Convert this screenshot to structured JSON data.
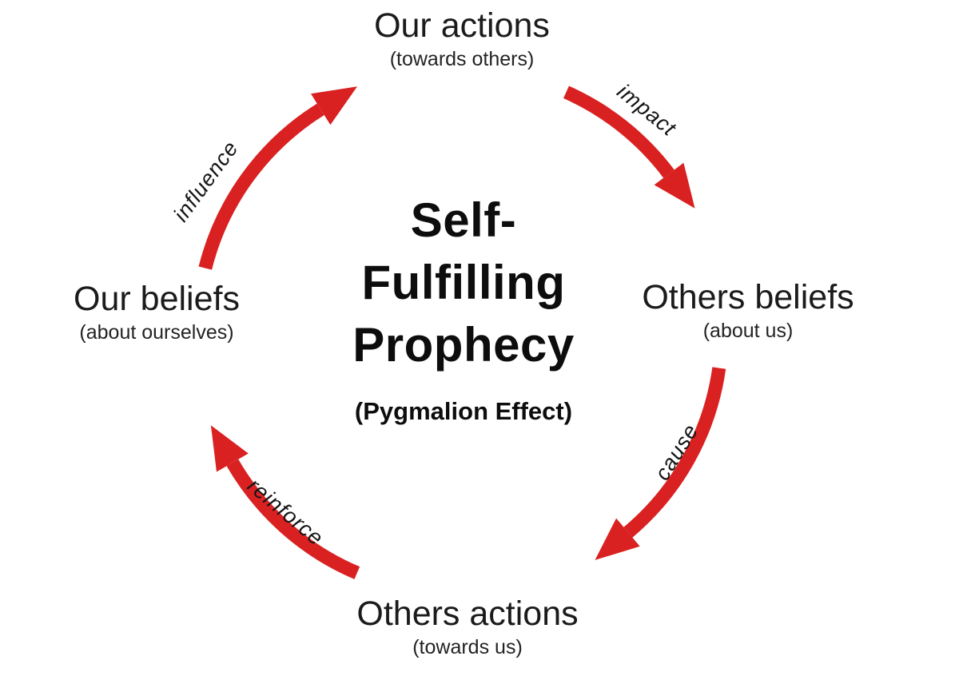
{
  "colors": {
    "arrow_red": "#d92121",
    "text": "#1b1b1b",
    "background": "#ffffff"
  },
  "center": {
    "title_lines": [
      "Self-",
      "Fulfilling",
      "Prophecy"
    ],
    "subtitle": "(Pygmalion Effect)"
  },
  "nodes": {
    "top": {
      "label": "Our actions",
      "sublabel": "(towards others)"
    },
    "right": {
      "label": "Others beliefs",
      "sublabel": "(about us)"
    },
    "bottom": {
      "label": "Others actions",
      "sublabel": "(towards us)"
    },
    "left": {
      "label": "Our beliefs",
      "sublabel": "(about ourselves)"
    }
  },
  "arrows": {
    "left_to_top": {
      "label": "influence"
    },
    "top_to_right": {
      "label": "impact"
    },
    "right_to_bottom": {
      "label": "cause"
    },
    "bottom_to_left": {
      "label": "reinforce"
    }
  }
}
